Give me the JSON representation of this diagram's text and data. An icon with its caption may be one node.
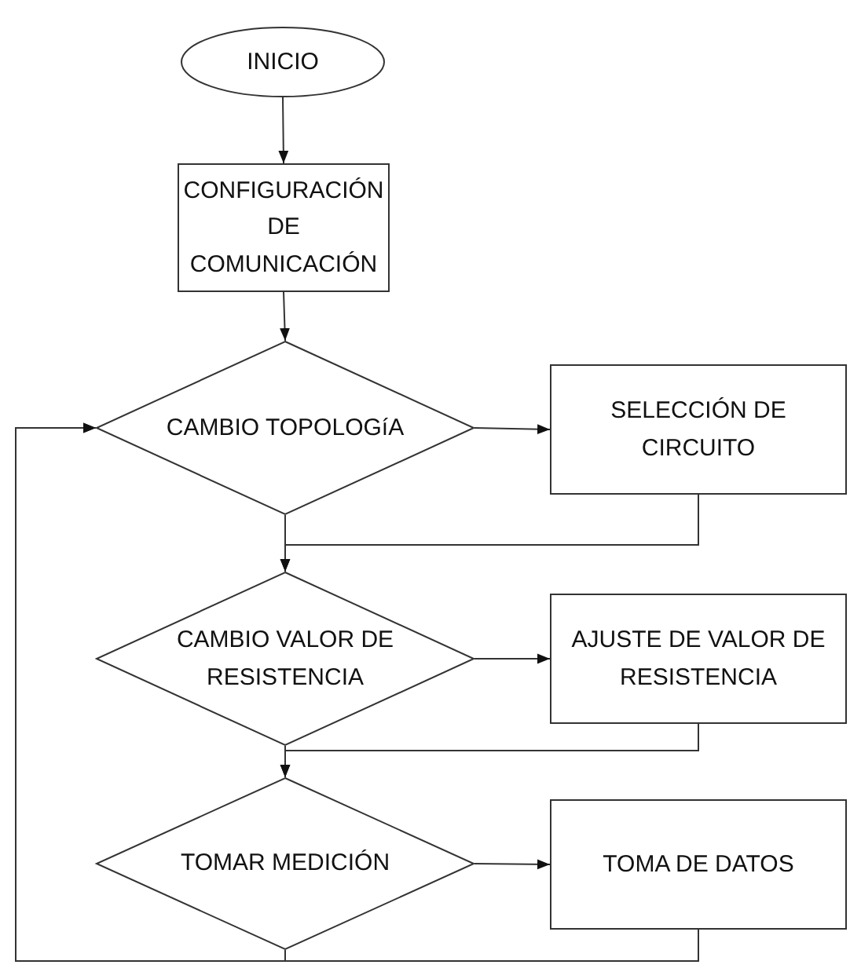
{
  "diagram": {
    "nodes": [
      {
        "text": [
          "INICIO"
        ]
      },
      {
        "text": [
          "CONFIGURACIÓN DE COMUNICACIÓN"
        ]
      },
      {
        "text": [
          "CAMBIO TOPOLOGíA"
        ]
      },
      {
        "text": [
          "SELECCIÓN DE CIRCUITO"
        ]
      },
      {
        "text": [
          "CAMBIO VALOR DE RESISTENCIA"
        ]
      },
      {
        "text": [
          "AJUSTE DE VALOR DE RESISTENCIA"
        ]
      },
      {
        "text": [
          "TOMAR MEDICIÓN"
        ]
      },
      {
        "text": [
          "TOMA DE DATOS"
        ]
      }
    ],
    "edges": [
      {
        "from": 0,
        "to": 1,
        "arrow": "to"
      },
      {
        "from": 1,
        "to": 2,
        "arrow": "to"
      },
      {
        "from": 2,
        "to": 3,
        "arrow": "to"
      },
      {
        "from": 3,
        "to": 4,
        "arrow": "to"
      },
      {
        "from": 2,
        "to": 4,
        "arrow": "to"
      },
      {
        "from": 4,
        "to": 5,
        "arrow": "to"
      },
      {
        "from": 5,
        "to": 6,
        "arrow": "to"
      },
      {
        "from": 4,
        "to": 6,
        "arrow": "to"
      },
      {
        "from": 6,
        "to": 7,
        "arrow": "to"
      },
      {
        "from": 7,
        "to": 2,
        "arrow": "to"
      },
      {
        "from": 6,
        "to": 2,
        "arrow": "to"
      }
    ]
  }
}
